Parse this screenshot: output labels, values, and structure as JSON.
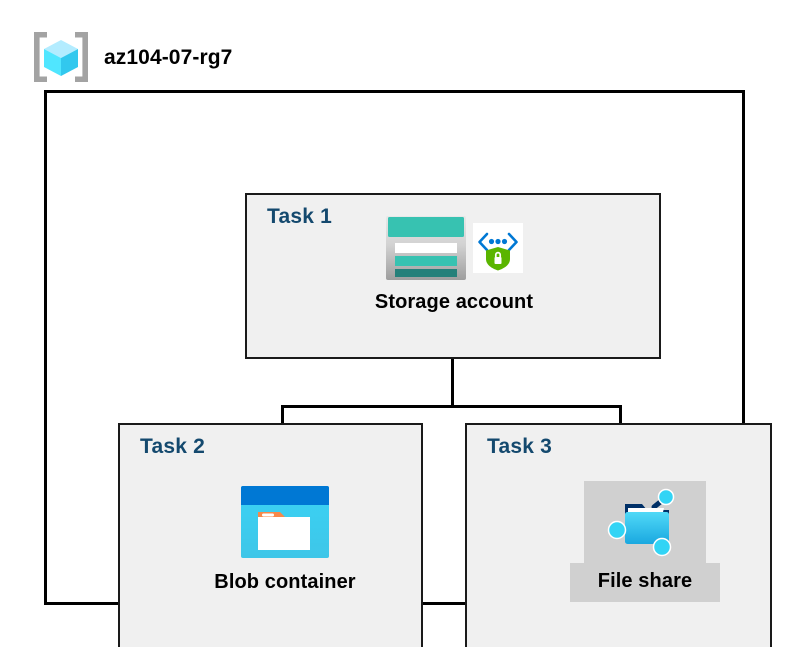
{
  "header": {
    "icon": "azure-resource-group-icon",
    "title": "az104-07-rg7"
  },
  "diagram": {
    "type": "azure-architecture",
    "container_label": "az104-07-rg7",
    "tasks": [
      {
        "label": "Task 1",
        "resource": "Storage account",
        "icons": [
          "storage-account-icon",
          "secure-endpoint-shield-icon"
        ],
        "selected": false
      },
      {
        "label": "Task 2",
        "resource": "Blob container",
        "icons": [
          "blob-container-icon"
        ],
        "selected": false
      },
      {
        "label": "Task 3",
        "resource": "File share",
        "icons": [
          "file-share-icon"
        ],
        "selected": true
      }
    ],
    "connections": [
      {
        "from": "Storage account",
        "to": "Blob container"
      },
      {
        "from": "Storage account",
        "to": "File share"
      }
    ]
  },
  "colors": {
    "task_label": "#14496e",
    "task_box_fill": "#f0f0f0",
    "task_box_border": "#1a1a1a",
    "frame_border": "#000000",
    "canvas": "#ffffff",
    "selection_highlight": "#d0d0d0",
    "storage_teal": "#32bcad",
    "storage_teal_dark": "#218079",
    "blob_blue": "#0078d4",
    "blob_cyan": "#32d4f5",
    "blob_orange": "#f7894a",
    "fileshare_cyan": "#32d4f5",
    "fileshare_navy": "#003067",
    "shield_green": "#5ab500",
    "rg_cube_cyan": "#9cebff",
    "rg_bracket_gray": "#a3a3a3"
  }
}
